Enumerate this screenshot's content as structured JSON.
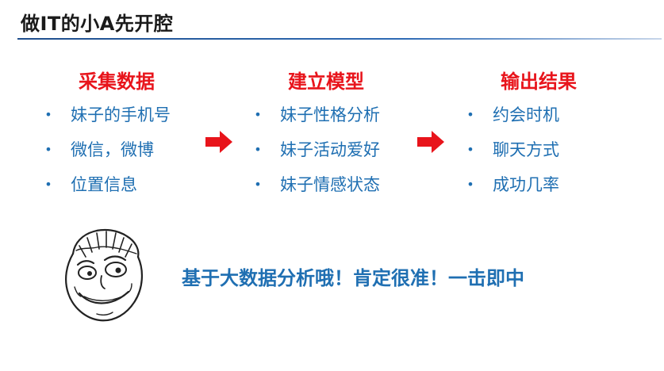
{
  "slide": {
    "title": "做IT的小A先开腔"
  },
  "columns": [
    {
      "heading": "采集数据",
      "items": [
        "妹子的手机号",
        "微信，微博",
        "位置信息"
      ]
    },
    {
      "heading": "建立模型",
      "items": [
        "妹子性格分析",
        "妹子活动爱好",
        "妹子情感状态"
      ]
    },
    {
      "heading": "输出结果",
      "items": [
        "约会时机",
        "聊天方式",
        "成功几率"
      ]
    }
  ],
  "bullet_char": "•",
  "conclusion": "基于大数据分析哦！肯定很准！一击即中",
  "icons": {
    "flow_arrow": "right-arrow-icon",
    "face": "meme-face-icon"
  },
  "colors": {
    "heading": "#e8141b",
    "list_text": "#1f6fb2",
    "arrow": "#e8141b",
    "title_rule": "#1f4e8c"
  }
}
